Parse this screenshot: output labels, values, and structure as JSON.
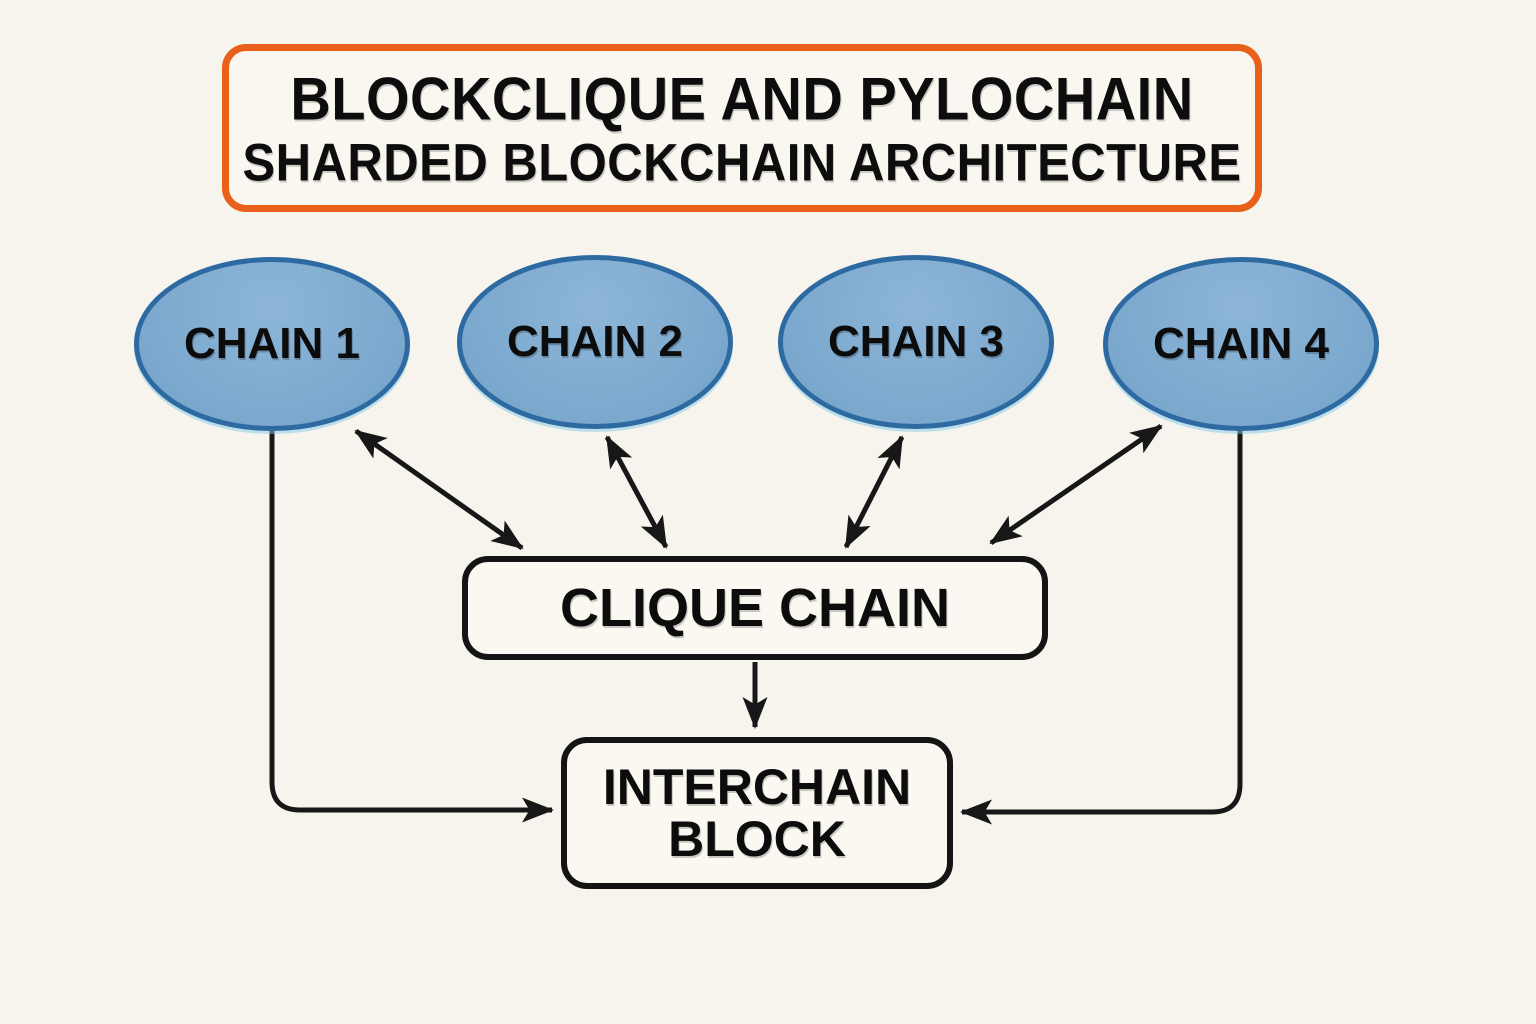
{
  "title": {
    "line1": "BLOCKCLIQUE AND PYLOCHAIN",
    "line2": "SHARDED BLOCKCHAIN ARCHITECTURE"
  },
  "nodes": {
    "chains": [
      {
        "id": "chain-1",
        "label": "CHAIN 1"
      },
      {
        "id": "chain-2",
        "label": "CHAIN 2"
      },
      {
        "id": "chain-3",
        "label": "CHAIN 3"
      },
      {
        "id": "chain-4",
        "label": "CHAIN 4"
      }
    ],
    "clique_chain": {
      "label": "CLIQUE CHAIN"
    },
    "interchain_block": {
      "line1": "INTERCHAIN",
      "line2": "BLOCK"
    }
  },
  "edges": [
    {
      "from": "chain-1",
      "to": "clique-chain",
      "type": "bidirectional-arrow"
    },
    {
      "from": "chain-2",
      "to": "clique-chain",
      "type": "bidirectional-arrow"
    },
    {
      "from": "chain-3",
      "to": "clique-chain",
      "type": "bidirectional-arrow"
    },
    {
      "from": "chain-4",
      "to": "clique-chain",
      "type": "bidirectional-arrow"
    },
    {
      "from": "clique-chain",
      "to": "interchain-block",
      "type": "arrow"
    },
    {
      "from": "chain-1",
      "to": "interchain-block",
      "type": "arrow-routed"
    },
    {
      "from": "chain-4",
      "to": "interchain-block",
      "type": "arrow-routed"
    }
  ],
  "colors": {
    "background": "#F7F3ED",
    "title_border": "#E8601A",
    "node_fill": "#7FABD0",
    "node_border": "#2E6AA2",
    "box_fill": "#FBF8F2",
    "line": "#171717",
    "text": "#0D0D0D"
  }
}
